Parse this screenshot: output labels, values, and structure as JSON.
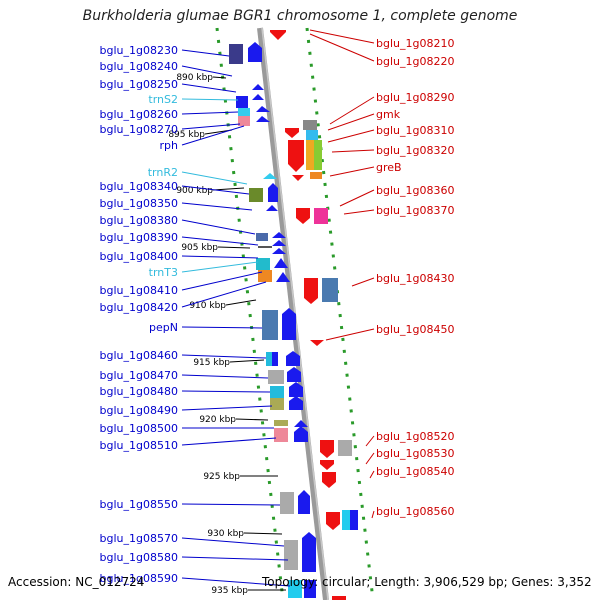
{
  "title": "Burkholderia glumae BGR1 chromosome 1, complete genome",
  "footer": {
    "accession": "Accession: NC_012724",
    "topology": "Topology: circular; Length: 3,906,529 bp; Genes: 3,352"
  },
  "colors": {
    "left_label": "#0000cc",
    "right_label": "#cc0000",
    "rna_label": "#33bbdd",
    "left_line": "#0000cc",
    "right_line": "#cc0000",
    "rna_line": "#33bbdd",
    "backbone": "#9a9a9a",
    "dots": "#2a9a2a"
  },
  "scale_ticks": [
    "890 kbp",
    "895 kbp",
    "900 kbp",
    "905 kbp",
    "910 kbp",
    "915 kbp",
    "920 kbp",
    "925 kbp",
    "930 kbp",
    "935 kbp"
  ],
  "left_genes": [
    {
      "label": "bglu_1g08230",
      "kind": "gene"
    },
    {
      "label": "bglu_1g08240",
      "kind": "gene"
    },
    {
      "label": "bglu_1g08250",
      "kind": "gene"
    },
    {
      "label": "trnS2",
      "kind": "rna"
    },
    {
      "label": "bglu_1g08260",
      "kind": "gene"
    },
    {
      "label": "bglu_1g08270",
      "kind": "gene"
    },
    {
      "label": "rph",
      "kind": "gene"
    },
    {
      "label": "trnR2",
      "kind": "rna"
    },
    {
      "label": "bglu_1g08340",
      "kind": "gene"
    },
    {
      "label": "bglu_1g08350",
      "kind": "gene"
    },
    {
      "label": "bglu_1g08380",
      "kind": "gene"
    },
    {
      "label": "bglu_1g08390",
      "kind": "gene"
    },
    {
      "label": "bglu_1g08400",
      "kind": "gene"
    },
    {
      "label": "trnT3",
      "kind": "rna"
    },
    {
      "label": "bglu_1g08410",
      "kind": "gene"
    },
    {
      "label": "bglu_1g08420",
      "kind": "gene"
    },
    {
      "label": "pepN",
      "kind": "gene"
    },
    {
      "label": "bglu_1g08460",
      "kind": "gene"
    },
    {
      "label": "bglu_1g08470",
      "kind": "gene"
    },
    {
      "label": "bglu_1g08480",
      "kind": "gene"
    },
    {
      "label": "bglu_1g08490",
      "kind": "gene"
    },
    {
      "label": "bglu_1g08500",
      "kind": "gene"
    },
    {
      "label": "bglu_1g08510",
      "kind": "gene"
    },
    {
      "label": "bglu_1g08550",
      "kind": "gene"
    },
    {
      "label": "bglu_1g08570",
      "kind": "gene"
    },
    {
      "label": "bglu_1g08580",
      "kind": "gene"
    },
    {
      "label": "bglu_1g08590",
      "kind": "gene"
    }
  ],
  "right_genes": [
    {
      "label": "bglu_1g08210"
    },
    {
      "label": "bglu_1g08220"
    },
    {
      "label": "bglu_1g08290"
    },
    {
      "label": "gmk"
    },
    {
      "label": "bglu_1g08310"
    },
    {
      "label": "bglu_1g08320"
    },
    {
      "label": "greB"
    },
    {
      "label": "bglu_1g08360"
    },
    {
      "label": "bglu_1g08370"
    },
    {
      "label": "bglu_1g08430"
    },
    {
      "label": "bglu_1g08450"
    },
    {
      "label": "bglu_1g08520"
    },
    {
      "label": "bglu_1g08530"
    },
    {
      "label": "bglu_1g08540"
    },
    {
      "label": "bglu_1g08560"
    }
  ]
}
